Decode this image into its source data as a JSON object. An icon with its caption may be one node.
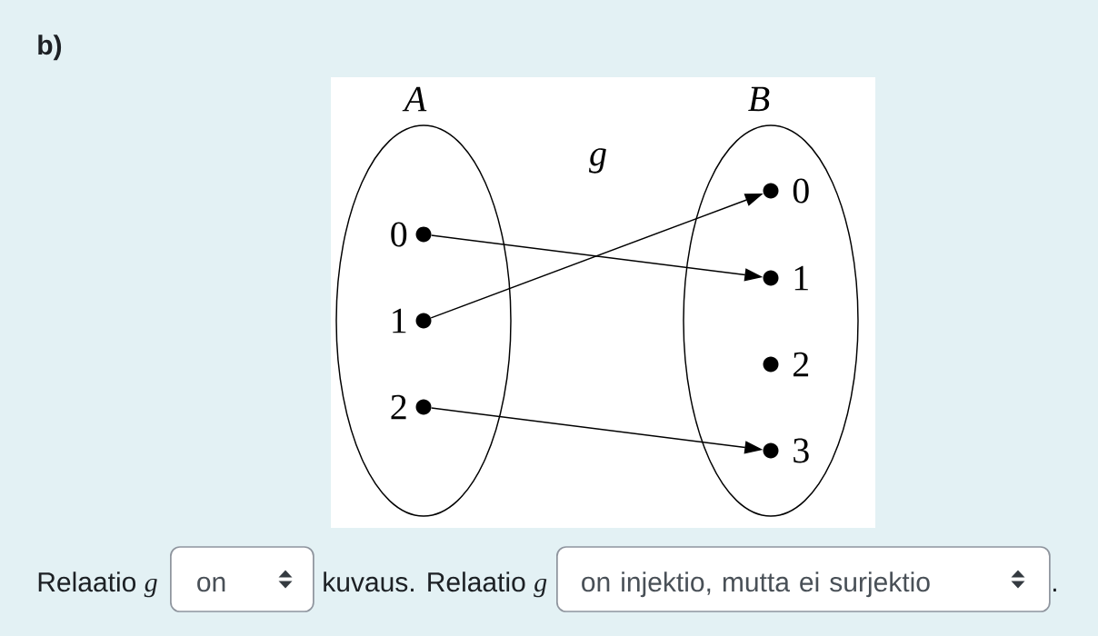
{
  "diagram": {
    "nodes": [
      {
        "text": [
          "A"
        ]
      },
      {
        "text": [
          "B"
        ]
      },
      {
        "text": [],
        "shape": "circle",
        "in": 0,
        "beside": [
          "0"
        ]
      },
      {
        "text": [],
        "shape": "circle",
        "in": 0,
        "beside": [
          "1"
        ]
      },
      {
        "text": [],
        "shape": "circle",
        "in": 0,
        "beside": [
          "2"
        ]
      },
      {
        "text": [],
        "shape": "circle",
        "in": 1,
        "beside": [
          "0"
        ]
      },
      {
        "text": [],
        "shape": "circle",
        "in": 1,
        "beside": [
          "1"
        ]
      },
      {
        "text": [],
        "shape": "circle",
        "in": 1,
        "beside": [
          "2"
        ]
      },
      {
        "text": [],
        "shape": "circle",
        "in": 1,
        "beside": [
          "3"
        ]
      },
      {
        "text": [
          "on"
        ]
      },
      {
        "text": [
          "on injektio, mutta ei surjektio"
        ]
      }
    ],
    "edges": [
      {
        "from": 2,
        "to": 6,
        "arrow": "to"
      },
      {
        "from": 3,
        "to": 5,
        "arrow": "to"
      },
      {
        "from": 4,
        "to": 8,
        "arrow": "to"
      }
    ],
    "labels": [
      "b)",
      "g",
      "Relaatio *g*",
      "kuvaus. Relaatio *g*",
      "."
    ]
  }
}
